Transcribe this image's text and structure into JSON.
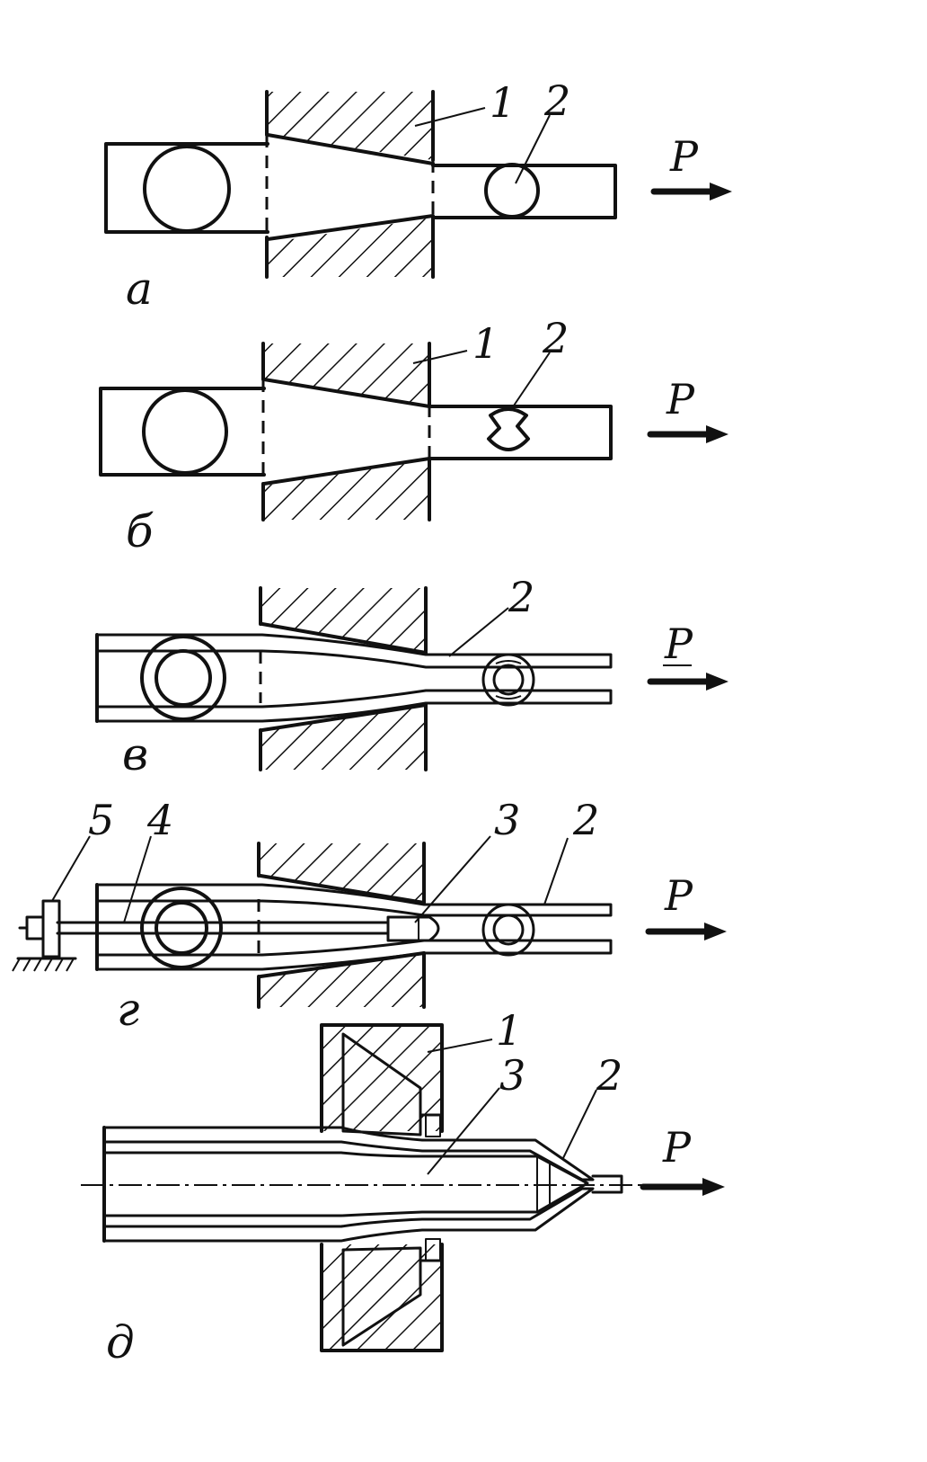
{
  "diagrams": [
    {
      "id": "a",
      "letter": "а",
      "force": "P",
      "callouts": [
        "1",
        "2"
      ]
    },
    {
      "id": "b",
      "letter": "б",
      "force": "P",
      "callouts": [
        "1",
        "2"
      ]
    },
    {
      "id": "v",
      "letter": "в",
      "force": "P",
      "callouts": [
        "2"
      ]
    },
    {
      "id": "g",
      "letter": "г",
      "force": "P",
      "callouts": [
        "5",
        "4",
        "3",
        "2"
      ]
    },
    {
      "id": "d",
      "letter": "д",
      "force": "P",
      "callouts": [
        "1",
        "3",
        "2"
      ]
    }
  ]
}
